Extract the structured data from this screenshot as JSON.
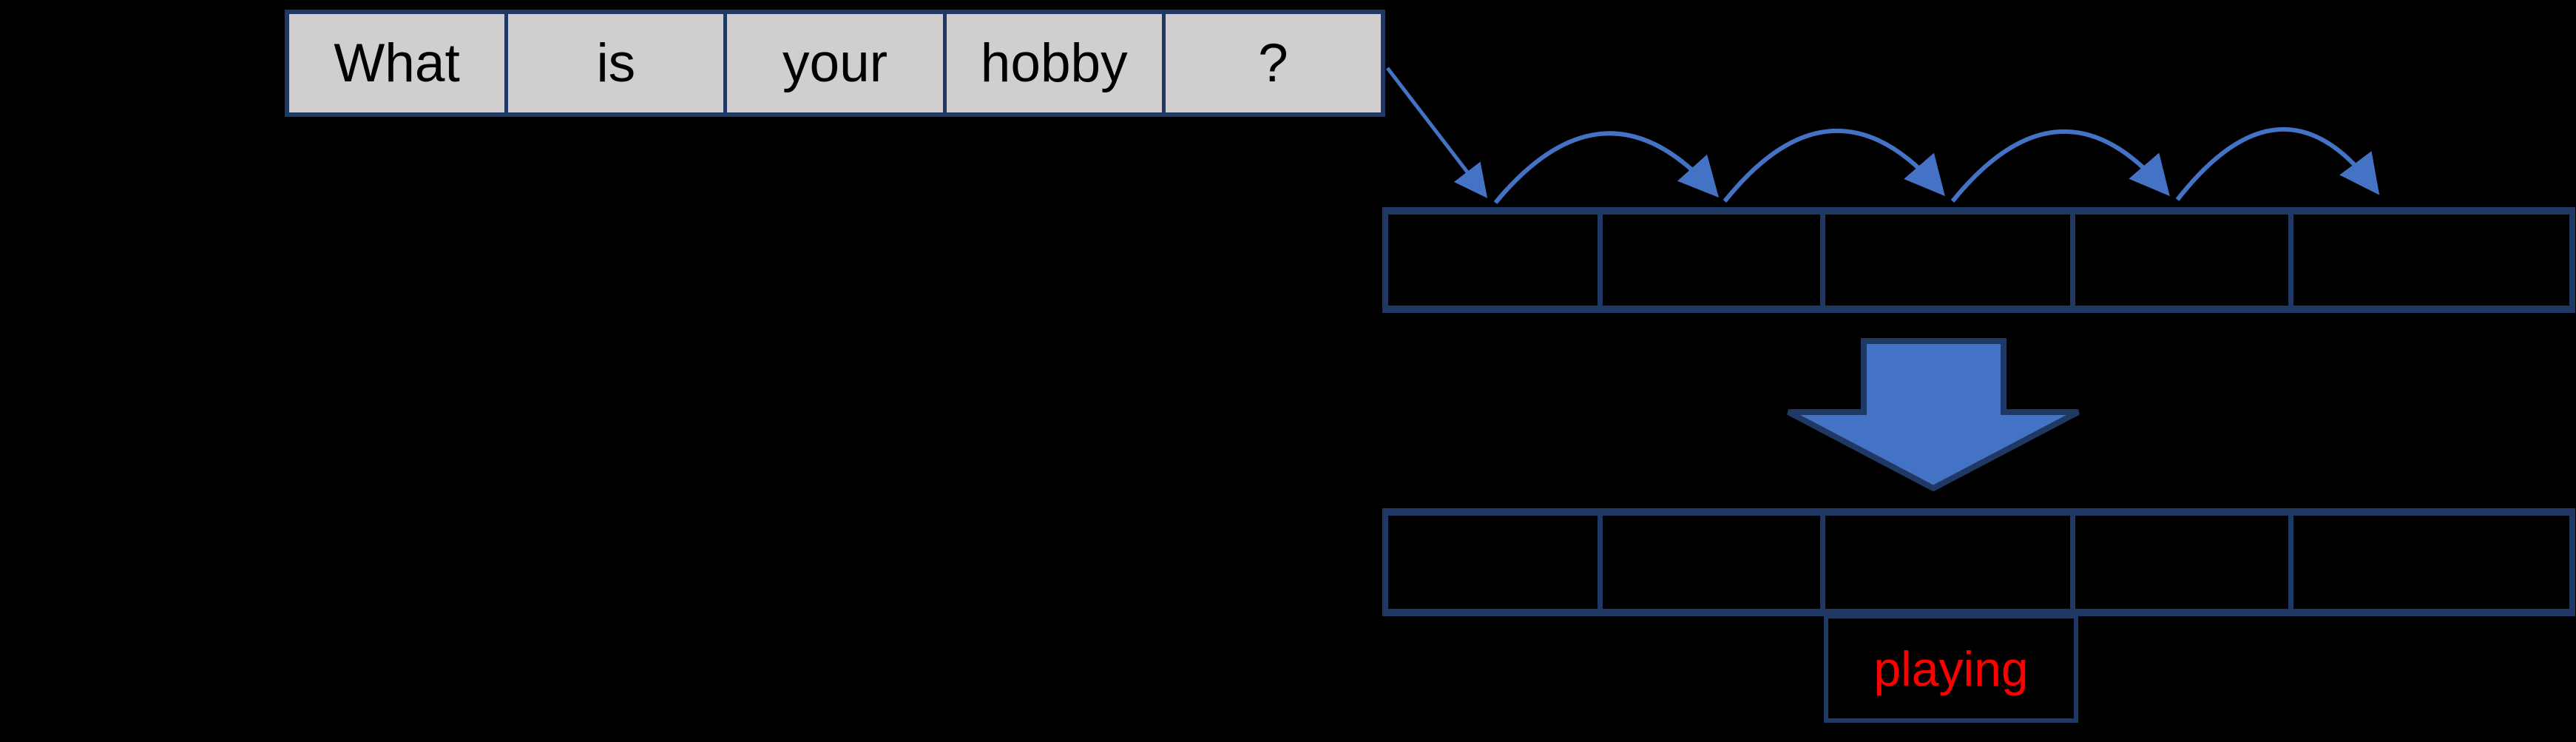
{
  "colors": {
    "background": "#000000",
    "accent_blue": "#4472C4",
    "border_navy": "#203864",
    "cell_gray": "#D0CECE",
    "highlight_red": "#FF0000"
  },
  "input_row": {
    "tokens": [
      "What",
      "is",
      "your",
      "hobby",
      "?"
    ]
  },
  "state_row": {
    "cell_count": 5
  },
  "output_row": {
    "cell_count": 5
  },
  "prediction": {
    "label": "playing"
  }
}
